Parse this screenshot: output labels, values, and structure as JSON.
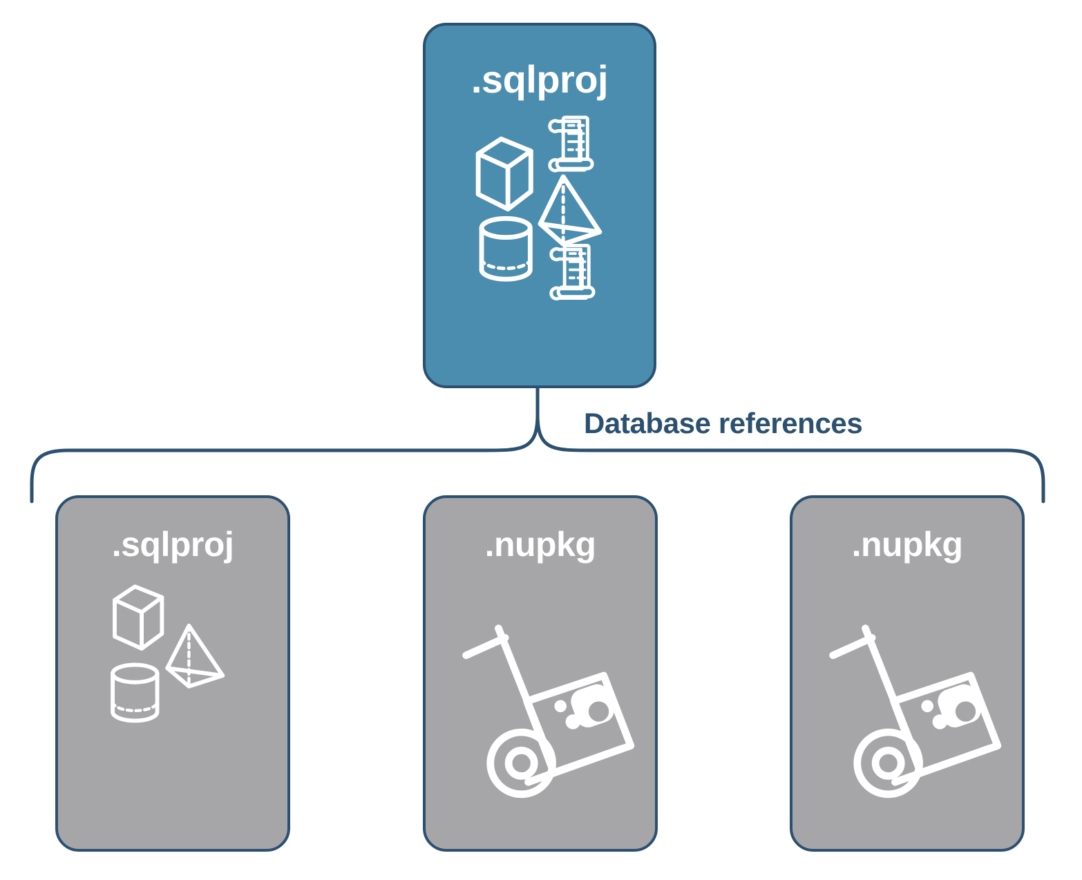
{
  "diagram": {
    "title": "Database references",
    "colors": {
      "root_fill": "#4A8DAF",
      "leaf_fill": "#A6A6A8",
      "stroke": "#2C5070",
      "icon": "#FFFFFF",
      "label_text": "#2C5070",
      "background": "#FFFFFF"
    },
    "connector": {
      "label": "Database references",
      "style": "curly-brace",
      "parent": ".sqlproj",
      "children_count": 3
    },
    "root": {
      "label": ".sqlproj",
      "fill": "#4A8DAF",
      "icons": [
        "cube-wireframe-icon",
        "scroll-script-icon",
        "pyramid-wireframe-icon",
        "cylinder-wireframe-icon",
        "scroll-script-icon"
      ]
    },
    "children": [
      {
        "label": ".sqlproj",
        "fill": "#A6A6A8",
        "art": "database-objects",
        "icons": [
          "cube-wireframe-icon",
          "pyramid-wireframe-icon",
          "cylinder-wireframe-icon"
        ]
      },
      {
        "label": ".nupkg",
        "fill": "#A6A6A8",
        "art": "nuget-package",
        "icons": [
          "hand-truck-icon",
          "nuget-box-icon"
        ]
      },
      {
        "label": ".nupkg",
        "fill": "#A6A6A8",
        "art": "nuget-package",
        "icons": [
          "hand-truck-icon",
          "nuget-box-icon"
        ]
      }
    ]
  }
}
